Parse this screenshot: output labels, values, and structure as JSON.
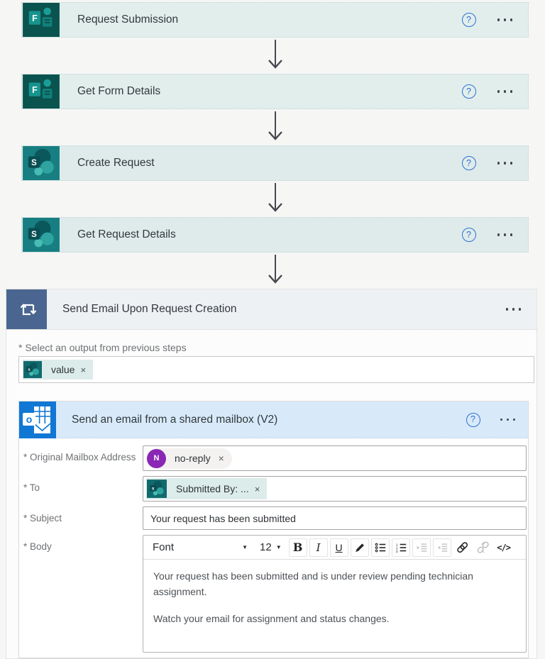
{
  "colors": {
    "forms_icon": "#0b534f",
    "sharepoint_icon": "#177e81",
    "outlook_icon": "#1077d4",
    "foreach_icon": "#4a6690",
    "forms_card_bg": "#e1eeec",
    "sharepoint_card_bg": "#dfebeb",
    "outlook_header_bg": "#d8eafa",
    "help_icon_blue": "#2e6fd3"
  },
  "glyphs": {
    "help": "?",
    "close": "×",
    "caret": "▼"
  },
  "cards": [
    {
      "title": "Request Submission",
      "connector": "forms"
    },
    {
      "title": "Get Form Details",
      "connector": "forms"
    },
    {
      "title": "Create Request",
      "connector": "sharepoint"
    },
    {
      "title": "Get Request Details",
      "connector": "sharepoint"
    }
  ],
  "foreach": {
    "title": "Send Email Upon Request Creation",
    "output_label": "* Select an output from previous steps",
    "token": {
      "label": "value"
    }
  },
  "email": {
    "title": "Send an email from a shared mailbox (V2)",
    "fields": {
      "mailbox": {
        "label": "* Original Mailbox Address",
        "token": "no-reply",
        "avatar_initial": "N"
      },
      "to": {
        "label": "* To",
        "token": "Submitted By: ..."
      },
      "subject": {
        "label": "* Subject",
        "value": "Your request has been submitted"
      },
      "body": {
        "label": "* Body",
        "paragraphs": [
          "Your request has been submitted and is under review pending technician assignment.",
          "Watch your email for assignment and status changes."
        ]
      }
    },
    "toolbar": {
      "font": "Font",
      "size": "12",
      "bold": "B",
      "italic": "I",
      "underline": "U",
      "code": "</>"
    }
  }
}
